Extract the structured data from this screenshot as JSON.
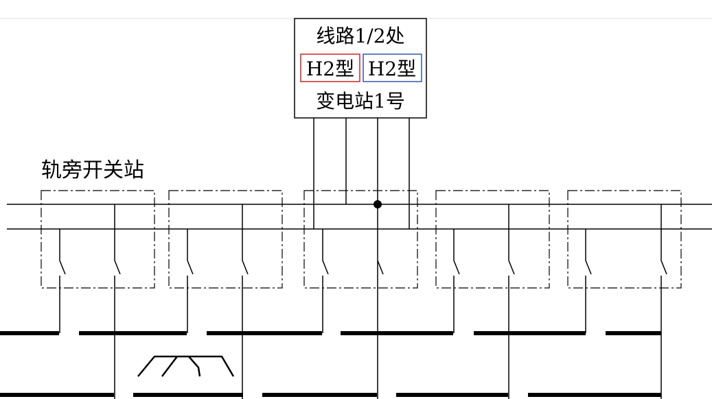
{
  "substation": {
    "line1": "线路1/2处",
    "type_a": "H2型",
    "type_b": "H2型",
    "line3": "变电站1号",
    "type_a_color": "#cc2222",
    "type_b_color": "#3355aa"
  },
  "switch_station_label": "轨旁开关站",
  "switch_station_count": 5,
  "feeder_lines": 2,
  "colors": {
    "line": "#000000",
    "background": "#ffffff"
  }
}
